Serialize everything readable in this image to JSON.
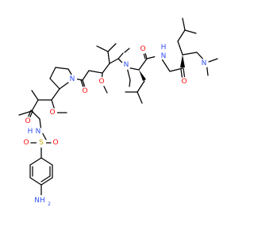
{
  "colors": {
    "carbon_bond": "#000000",
    "oxygen": "#ff0d0d",
    "nitrogen": "#3050f8",
    "sulfur": "#c8a800",
    "background": "#ffffff"
  },
  "atoms": {
    "n_dimethylamino": "N",
    "h_nh_right": "H",
    "n_nh_right": "N",
    "o_amide_right": "O",
    "o_amide_mid": "O",
    "n_nmethyl": "N",
    "n_pyrrolidine": "N",
    "o_ketone": "O",
    "o_methoxy_right": "O",
    "o_methoxy_left": "O",
    "o_amide_left": "O",
    "n_sulfonamide": "N",
    "h_sulfonamide": "H",
    "o_sulfonyl_left": "O",
    "o_sulfonyl_right": "O",
    "s_sulfonyl": "S",
    "n_aniline": "NH",
    "h2_subscript": "2"
  }
}
